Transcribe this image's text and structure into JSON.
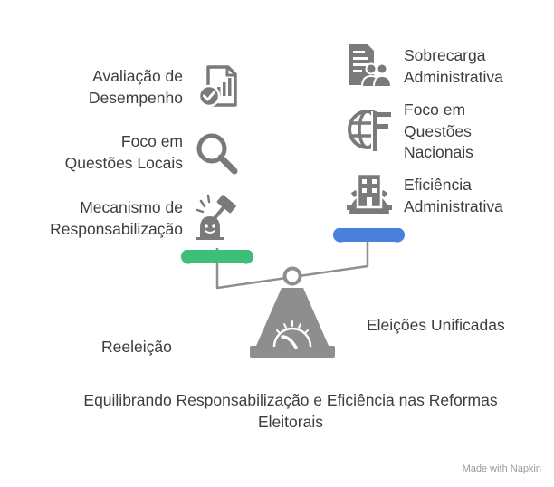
{
  "left_items": [
    {
      "line1": "Avaliação de",
      "line2": "Desempenho",
      "icon": "performance-review-icon"
    },
    {
      "line1": "Foco em",
      "line2": "Questões Locais",
      "icon": "magnifier-icon"
    },
    {
      "line1": "Mecanismo de",
      "line2": "Responsabilização",
      "icon": "gavel-icon"
    }
  ],
  "right_items": [
    {
      "line1": "Sobrecarga",
      "line2": "Administrativa",
      "line3": "",
      "icon": "document-group-icon"
    },
    {
      "line1": "Foco em",
      "line2": "Questões",
      "line3": "Nacionais",
      "icon": "globe-flag-icon"
    },
    {
      "line1": "Eficiência",
      "line2": "Administrativa",
      "line3": "",
      "icon": "gear-building-icon"
    }
  ],
  "left_side_label": "Reeleição",
  "right_side_label": "Eleições Unificadas",
  "caption": {
    "line1": "Equilibrando Responsabilização e Eficiência nas Reformas",
    "line2": "Eleitorais"
  },
  "watermark": "Made with  Napkin",
  "colors": {
    "left_pan": "#3dbf7a",
    "right_pan": "#4a7fdc",
    "scale": "#8e8e8e",
    "icon": "#7a7a7a"
  }
}
